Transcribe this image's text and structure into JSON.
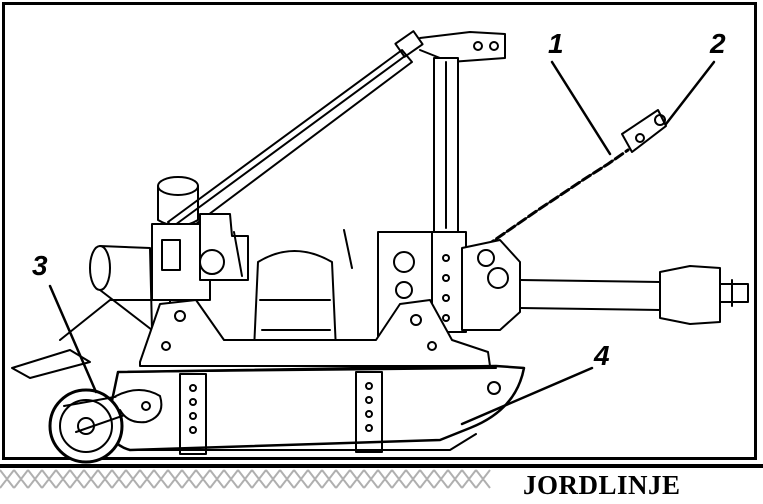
{
  "callouts": {
    "c1": "1",
    "c2": "2",
    "c3": "3",
    "c4": "4"
  },
  "ground_label": "JORDLINJE",
  "colors": {
    "line": "#000000",
    "ground_hatch": "#b0b0b0",
    "background": "#ffffff"
  }
}
